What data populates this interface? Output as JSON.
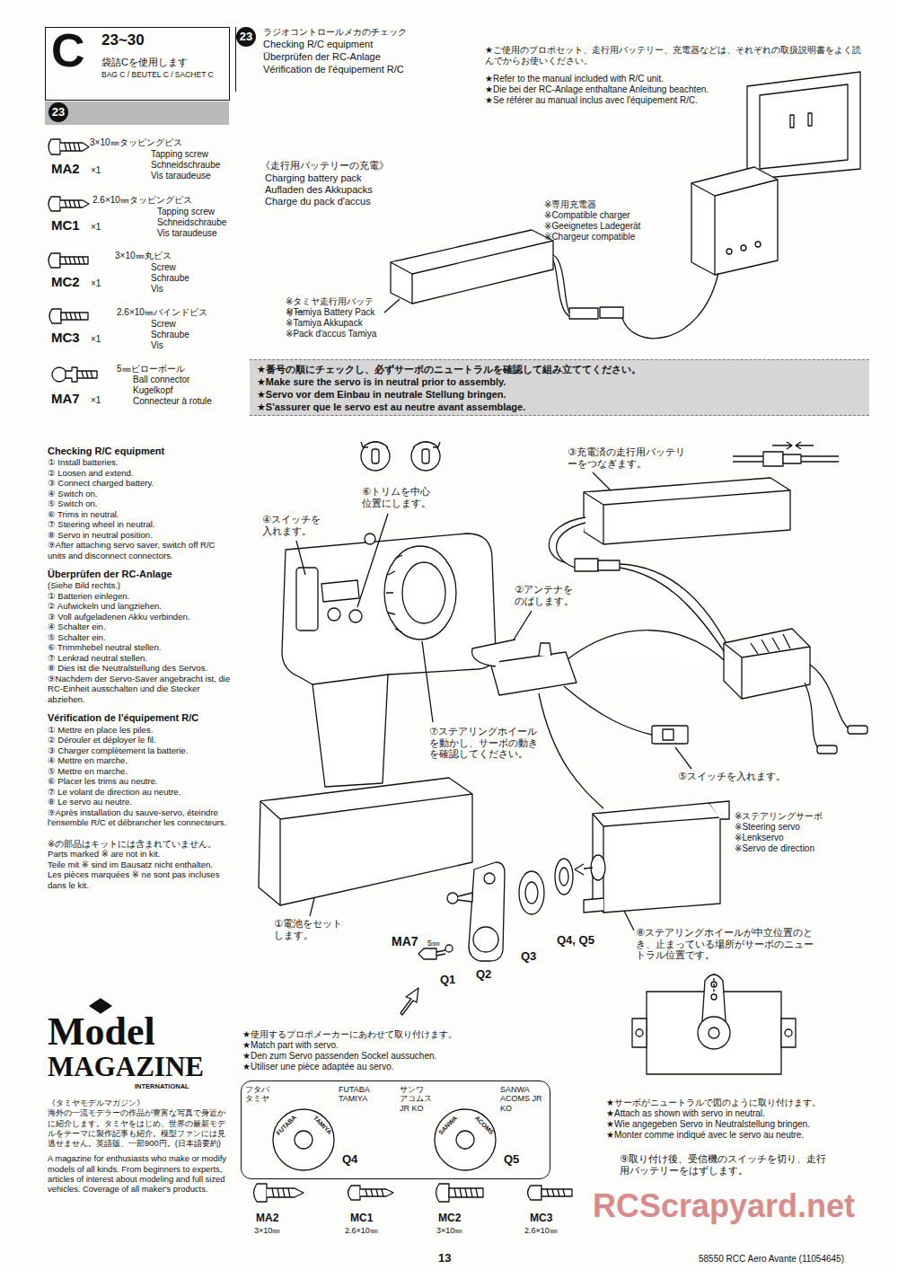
{
  "diagram": {
    "nodes": [
      {
        "text": [
          "C",
          "23~30",
          "袋詰Cを使用します",
          "BAG C / BEUTEL C / SACHET C"
        ]
      },
      {
        "text": [
          "23"
        ]
      },
      {
        "text": [
          "23",
          "ラジオコントロールメカのチェック",
          "Checking R/C equipment",
          "Überprüfen der RC-Anlage",
          "Vérification de l'équipement R/C"
        ]
      },
      {
        "text": [
          "★番号の順にチェックし、必ずサーボのニュートラルを確認して組み立ててください。",
          "★Make sure the servo is in neutral prior to assembly.",
          "★Servo vor dem Einbau in neutrale Stellung bringen.",
          "★S'assurer que le servo est au neutre avant assemblage."
        ]
      },
      {
        "text": [
          "フタバ タミヤ",
          "FUTABA TAMIYA",
          "サンワ アコムス JR KO",
          "SANWA ACOMS JR KO",
          "FUTABA",
          "TAMIYA",
          "Q4",
          "SANWA",
          "ACOMS",
          "Q5"
        ]
      }
    ],
    "labels": [
      "3×10㎜タッピングビス",
      "Tapping screw",
      "Schneidschraube",
      "Vis taraudeuse",
      "MA2",
      "×1",
      "2.6×10㎜タッピングビス",
      "Tapping screw",
      "Schneidschraube",
      "Vis taraudeuse",
      "MC1",
      "×1",
      "3×10㎜丸ビス",
      "Screw",
      "Schraube",
      "Vis",
      "MC2",
      "×1",
      "2.6×10㎜バインドビス",
      "Screw",
      "Schraube",
      "Vis",
      "MC3",
      "×1",
      "5㎜ピローボール",
      "Ball connector",
      "Kugelkopf",
      "Connecteur à rotule",
      "MA7",
      "×1",
      "Checking R/C equipment",
      "① Install batteries.",
      "② Loosen and extend.",
      "③ Connect charged battery.",
      "④ Switch on.",
      "⑤ Switch on.",
      "⑥ Trims in neutral.",
      "⑦ Steering wheel in neutral.",
      "⑧ Servo in neutral position.",
      "⑨After attaching servo saver, switch off R/C units and disconnect connectors.",
      "Überprüfen der RC-Anlage",
      "(Siehe Bild rechts.)",
      "① Batterien einlegen.",
      "② Aufwickeln und langziehen.",
      "③ Voll aufgeladenen Akku verbinden.",
      "④ Schalter ein.",
      "⑤ Schalter ein.",
      "⑥ Trimmhebel neutral stellen.",
      "⑦ Lenkrad neutral stellen.",
      "⑧ Dies ist die Neutralstellung des Servos.",
      "⑨Nachdem der Servo-Saver angebracht ist, die RC-Einheit ausschalten und die Stecker abziehen.",
      "Vérification de l'équipement R/C",
      "① Mettre en place les piles.",
      "② Dérouler et déployer le fil.",
      "③ Charger complètement la batterie.",
      "④ Mettre en marche.",
      "⑤ Mettre en marche.",
      "⑥ Placer les trims au neutre.",
      "⑦ Le volant de direction au neutre.",
      "⑧ Le servo au neutre.",
      "⑨Après installation du sauve-servo, éteindre l'ensemble R/C et débrancher les connecteurs.",
      "※の部品はキットには含まれていません。",
      "Parts marked ※ are not in kit.",
      "Teile mit ※ sind im Bausatz nicht enthalten.",
      "Les pièces marquées ※ ne sont pas incluses dans le kit.",
      "Model",
      "MAGAZINE",
      "INTERNATIONAL",
      "《タミヤモデルマガジン》",
      "海外の一流モデラーの作品が豊富な写真で身近かに紹介します。タミヤをはじめ、世界の最新モデルをテーマに製作記事も紹介。模型ファンには見逃せません。英語版、一部900円。(日本語要約)",
      "A magazine for enthusiasts who make or modify models of all kinds. From beginners to experts, articles of interest about modeling and full sized vehicles. Coverage of all maker's products.",
      "★ご使用のプロポセット、走行用バッテリー、充電器などは、それぞれの取扱説明書をよく読んでからお使いください。",
      "★Refer to the manual included with R/C unit.",
      "★Die bei der RC-Anlage enthaltane Anleitung beachten.",
      "★Se référer au manual inclus avec l'équipement R/C.",
      "《走行用バッテリーの充電》",
      "Charging battery pack",
      "Aufladen des Akkupacks",
      "Charge du pack d'accus",
      "※専用充電器",
      "※Compatible charger",
      "※Geeignetes Ladegerät",
      "※Chargeur compatible",
      "※タミヤ走行用バッテリー",
      "※Tamiya Battery Pack",
      "※Tamiya Akkupack",
      "※Pack d'accus Tamiya",
      "⑥トリムを中心位置にします。",
      "④スイッチを入れます。",
      "③充電済の走行用バッテリーをつなぎます。",
      "②アンテナをのばします。",
      "⑦ステアリングホイールを動かし、サーボの動きを確認してください。",
      "⑤スイッチを入れます。",
      "※ステアリングサーボ",
      "※Steering servo",
      "※Lenkservo",
      "※Servo de direction",
      "①電池をセットします。",
      "⑧ステアリングホイールが中立位置のとき、止まっている場所がサーボのニュートラル位置です。",
      "MA7",
      "5㎜",
      "Q1",
      "Q2",
      "Q3",
      "Q4, Q5",
      "★使用するプロポメーカーにあわせて取り付けます。",
      "★Match part with servo.",
      "★Den zum Servo passenden Sockel aussuchen.",
      "★Utiliser une pièce adaptée au servo.",
      "★サーボがニュートラルで図のように取り付けます。",
      "★Attach as shown with servo in neutral.",
      "★Wie angegeben Servo in Neutralstellung bringen.",
      "★Monter comme indiqué avec le servo au neutre.",
      "⑨取り付け後、受信機のスイッチを切り、走行用バッテリーをはずします。",
      "MA2",
      "3×10㎜",
      "MC1",
      "2.6×10㎜",
      "MC2",
      "3×10㎜",
      "MC3",
      "2.6×10㎜",
      "RCScrapyard.net",
      "13",
      "58550 RCC Aero Avante (11054645)"
    ]
  }
}
